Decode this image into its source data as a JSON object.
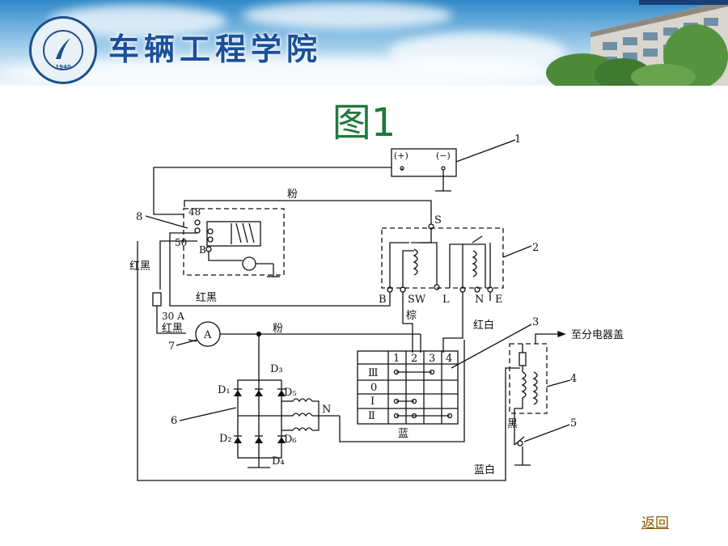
{
  "header": {
    "school_title": "车辆工程学院",
    "logo_year": "1940"
  },
  "figure": {
    "title": "图1",
    "labels": {
      "callout_1": "1",
      "callout_2": "2",
      "callout_3": "3",
      "callout_4": "4",
      "callout_5": "5",
      "callout_6": "6",
      "callout_7": "7",
      "callout_8": "8",
      "battery_plus": "(+)",
      "battery_minus": "(−)",
      "wire_fen_top": "粉",
      "wire_fen_mid": "粉",
      "term_48": "48",
      "term_50": "50",
      "term_B_switch": "B",
      "term_S": "S",
      "term_B": "B",
      "term_SW": "SW",
      "term_L": "L",
      "term_N": "N",
      "term_E": "E",
      "wire_hongbai": "红白",
      "wire_zong": "棕",
      "wire_honghei_left": "红黑",
      "wire_honghei_mid": "红黑",
      "wire_honghei_fuse": "红黑",
      "fuse_rating": "30 A",
      "ammeter": "A",
      "to_distributor": "至分电器盖",
      "wire_hei": "黑",
      "wire_lan": "蓝",
      "wire_lanbai": "蓝白",
      "diode_D1": "D₁",
      "diode_D2": "D₂",
      "diode_D3": "D₃",
      "diode_D4": "D₄",
      "diode_D5": "D₅",
      "diode_D6": "D₆",
      "node_N": "N",
      "switch_cols": [
        "1",
        "2",
        "3",
        "4"
      ],
      "switch_rows": [
        "Ⅲ",
        "0",
        "Ⅰ",
        "Ⅱ"
      ]
    }
  },
  "nav": {
    "back_label": "返回"
  }
}
